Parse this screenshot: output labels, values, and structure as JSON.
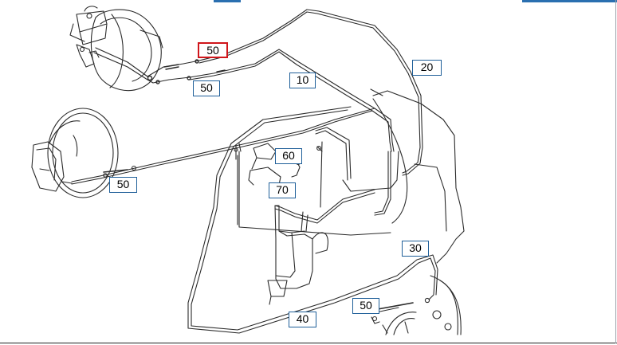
{
  "colors": {
    "callout_border": "#1f5f99",
    "selected_border": "#d0161b",
    "line": "#2b2b2b"
  },
  "callouts": [
    {
      "id": "c50-top-selected",
      "label": "50",
      "selected": true
    },
    {
      "id": "c50-upper",
      "label": "50",
      "selected": false
    },
    {
      "id": "c10",
      "label": "10",
      "selected": false
    },
    {
      "id": "c20",
      "label": "20",
      "selected": false
    },
    {
      "id": "c60",
      "label": "60",
      "selected": false
    },
    {
      "id": "c70",
      "label": "70",
      "selected": false
    },
    {
      "id": "c50-left",
      "label": "50",
      "selected": false
    },
    {
      "id": "c30",
      "label": "30",
      "selected": false
    },
    {
      "id": "c50-lower",
      "label": "50",
      "selected": false
    },
    {
      "id": "c40",
      "label": "40",
      "selected": false
    }
  ]
}
